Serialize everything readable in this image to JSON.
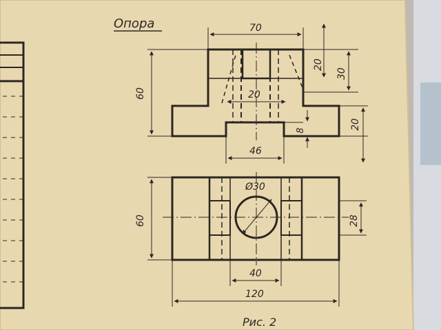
{
  "sheet": {
    "title": "Опора",
    "caption": "Рис. 2",
    "paper_color": "#e6d6ae",
    "ink_color": "#2b2620"
  },
  "front_view": {
    "dim_width_top": "70",
    "dim_height_total": "60",
    "dim_top_block": "20",
    "dim_right_30": "30",
    "dim_inner_20": "20",
    "dim_right_step_20": "20",
    "dim_base_8": "8",
    "dim_bottom_46": "46"
  },
  "top_view": {
    "dim_diameter": "Ø30",
    "dim_depth_60": "60",
    "dim_slot_28": "28",
    "dim_inner_40": "40",
    "dim_total_120": "120"
  }
}
